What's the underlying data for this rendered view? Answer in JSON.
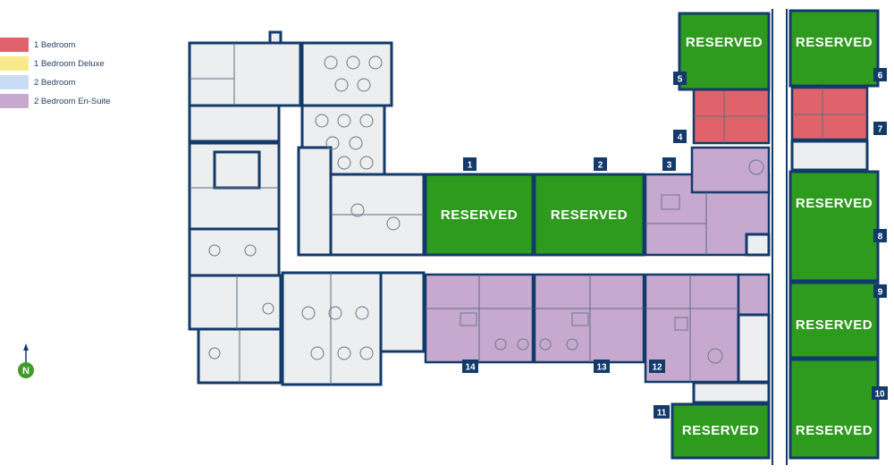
{
  "legend": [
    {
      "label": "1 Bedroom",
      "color": "#e0636b"
    },
    {
      "label": "1 Bedroom Deluxe",
      "color": "#f7e98c"
    },
    {
      "label": "2 Bedroom",
      "color": "#c9dcf5"
    },
    {
      "label": "2 Bedroom En-Suite",
      "color": "#c7a9cf"
    }
  ],
  "reserved_label": "RESERVED",
  "units": [
    "1",
    "2",
    "3",
    "4",
    "5",
    "6",
    "7",
    "8",
    "9",
    "10",
    "11",
    "12",
    "13",
    "14"
  ],
  "compass": {
    "label": "N"
  },
  "colors": {
    "reserved": "#2e9a1e",
    "wall": "#123a6b",
    "common": "#eceeef"
  }
}
